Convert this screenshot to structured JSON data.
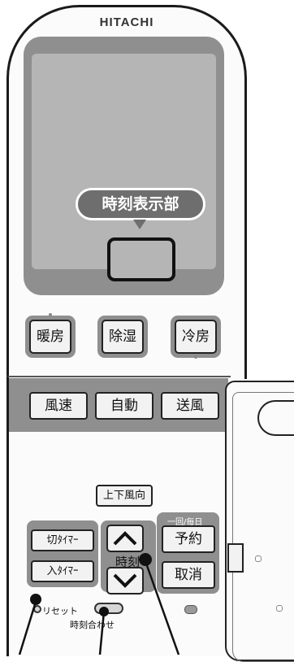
{
  "brand": "HITACHI",
  "callout_label": "時刻表示部",
  "mode_buttons": [
    "暖房",
    "除湿",
    "冷房"
  ],
  "fan_buttons": [
    "風速",
    "自動",
    "送風"
  ],
  "louver_button": "上下風向",
  "timer_off": "切ﾀｲﾏｰ",
  "timer_on": "入ﾀｲﾏｰ",
  "clock_label": "時刻",
  "reserve_button": "予約",
  "cancel_button": "取消",
  "reserve_note": "一回/毎日",
  "reset_label": "リセット",
  "clock_set_label": "時刻合わせ",
  "colors": {
    "body": "#fbfbfb",
    "panel": "#8f8f8f",
    "display": "#b5b5b5",
    "outline": "#1a1a1a"
  }
}
